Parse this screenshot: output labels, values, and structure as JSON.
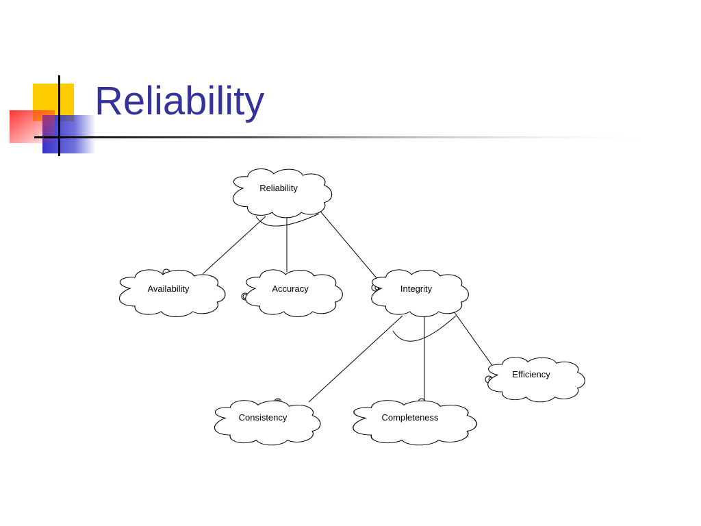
{
  "slide": {
    "title": "Reliability"
  },
  "colors": {
    "title": "#333399",
    "deco_yellow": "#FFCC00",
    "deco_red": "#FF3333",
    "deco_blue": "#3333CC",
    "line": "#000000"
  },
  "diagram": {
    "nodes": [
      {
        "id": "reliability",
        "label": "Reliability"
      },
      {
        "id": "availability",
        "label": "Availability"
      },
      {
        "id": "accuracy",
        "label": "Accuracy"
      },
      {
        "id": "integrity",
        "label": "Integrity"
      },
      {
        "id": "efficiency",
        "label": "Efficiency"
      },
      {
        "id": "consistency",
        "label": "Consistency"
      },
      {
        "id": "completeness",
        "label": "Completeness"
      }
    ],
    "edges": [
      {
        "from": "reliability",
        "to": "availability"
      },
      {
        "from": "reliability",
        "to": "accuracy"
      },
      {
        "from": "reliability",
        "to": "integrity"
      },
      {
        "from": "integrity",
        "to": "consistency"
      },
      {
        "from": "integrity",
        "to": "completeness"
      },
      {
        "from": "integrity",
        "to": "efficiency"
      }
    ]
  }
}
